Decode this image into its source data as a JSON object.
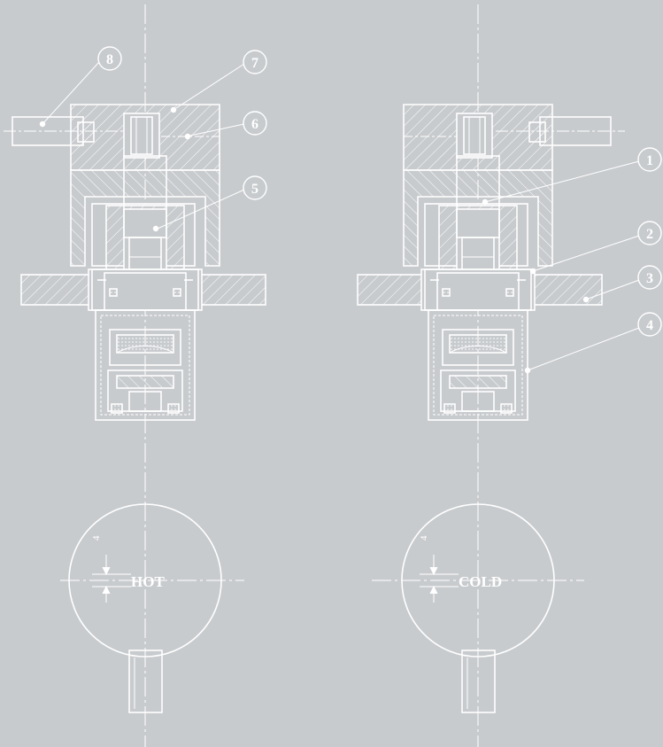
{
  "colors": {
    "background": "#c8cbce",
    "line": "#ffffff"
  },
  "left_assembly": {
    "engraving": "HOT",
    "dimension": "4",
    "balloons": [
      "8",
      "7",
      "6",
      "5"
    ]
  },
  "right_assembly": {
    "engraving": "COLD",
    "dimension": "4",
    "balloons": [
      "1",
      "2",
      "3",
      "4"
    ]
  }
}
